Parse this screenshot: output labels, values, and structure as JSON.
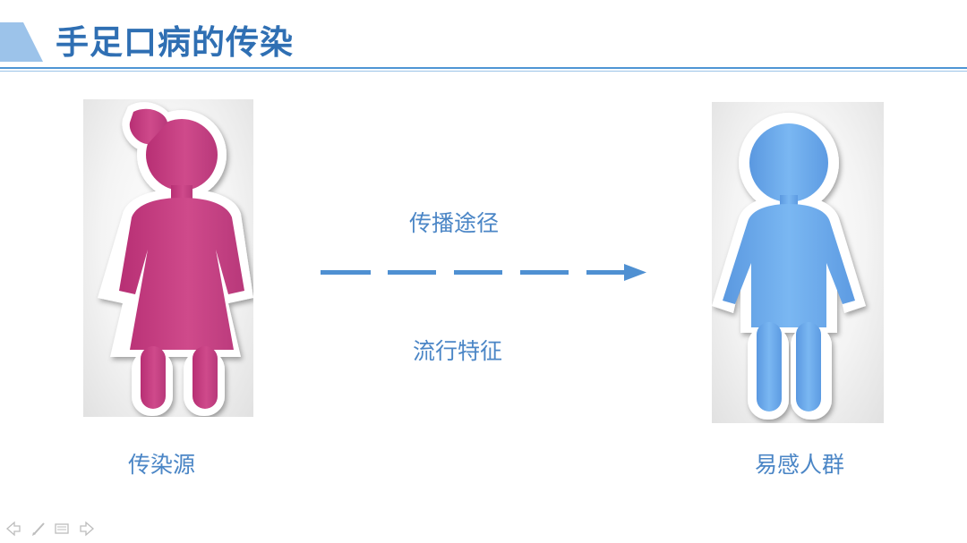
{
  "slide": {
    "title": "手足口病的传染",
    "accent_color": "#4b86c6",
    "title_color": "#2f6fb3"
  },
  "labels": {
    "source": "传染源",
    "route": "传播途径",
    "epidemiology": "流行特征",
    "susceptible": "易感人群"
  },
  "figures": {
    "left": {
      "icon": "girl-figure-icon",
      "color": "#c4417f"
    },
    "right": {
      "icon": "boy-figure-icon",
      "color": "#72aeee"
    }
  },
  "navigation": {
    "icons": [
      "prev-arrow-icon",
      "pen-icon",
      "menu-icon",
      "next-arrow-icon"
    ]
  }
}
